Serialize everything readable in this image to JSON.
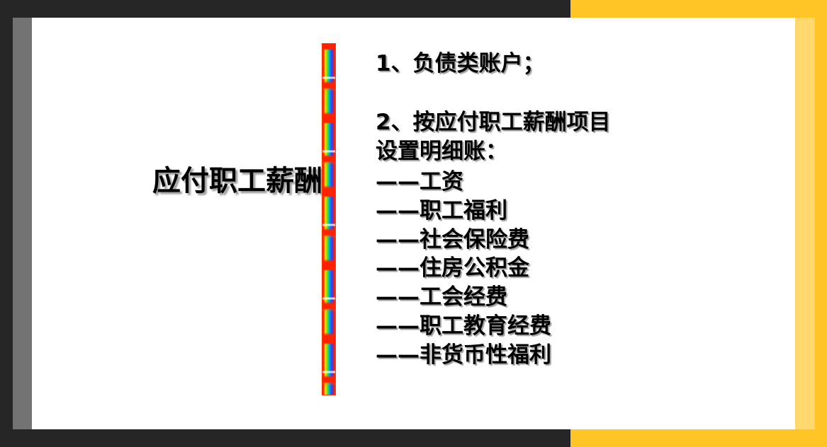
{
  "slide": {
    "background_color": "#262626",
    "page_color": "#ffffff",
    "accent_yellow": "#ffc425",
    "accent_yellow_light": "#ffd86e",
    "accent_grey": "#737373"
  },
  "left_heading": {
    "text": "应付职工薪酬"
  },
  "divider": {
    "name": "rainbow-gradient-bar",
    "colors": [
      "#ff2200",
      "#ff8800",
      "#ffe400",
      "#7fe000",
      "#00c8b4",
      "#1860ff",
      "#5a2fd0"
    ]
  },
  "body": {
    "point_1": "1、负债类账户；",
    "point_2_line_1": "2、按应付职工薪酬项目",
    "point_2_line_2": "设置明细账：",
    "sub_items": [
      "——工资",
      "——职工福利",
      "——社会保险费",
      "——住房公积金",
      "——工会经费",
      "——职工教育经费",
      "——非货币性福利"
    ]
  }
}
